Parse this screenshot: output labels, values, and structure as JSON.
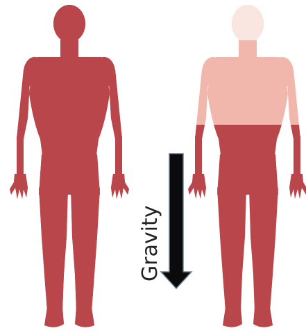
{
  "colors": {
    "blood": "#B9464A",
    "pale_body": "#F2B7AC",
    "pale_head": "#FAE6E0",
    "arrow_fill": "#0b0b0b",
    "arrow_outline": "#6d8090",
    "text": "#222222"
  },
  "figures": [
    {
      "name": "left-figure",
      "fill_level": 1.0
    },
    {
      "name": "right-figure",
      "fill_level": 0.63
    }
  ],
  "gravity": {
    "label": "Gravity",
    "direction": "down",
    "icon": "down-arrow-icon"
  }
}
